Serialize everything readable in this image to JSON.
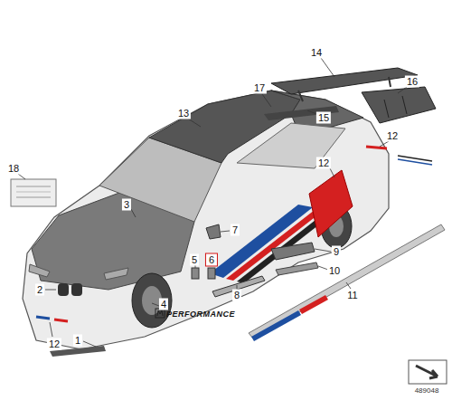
{
  "diagram": {
    "labels": [
      "18",
      "14",
      "13",
      "17",
      "16",
      "15",
      "12",
      "3",
      "12",
      "7",
      "5",
      "6",
      "9",
      "2",
      "4",
      "8",
      "10",
      "11",
      "12",
      "1",
      "PERFORMANCE",
      "489048"
    ]
  }
}
